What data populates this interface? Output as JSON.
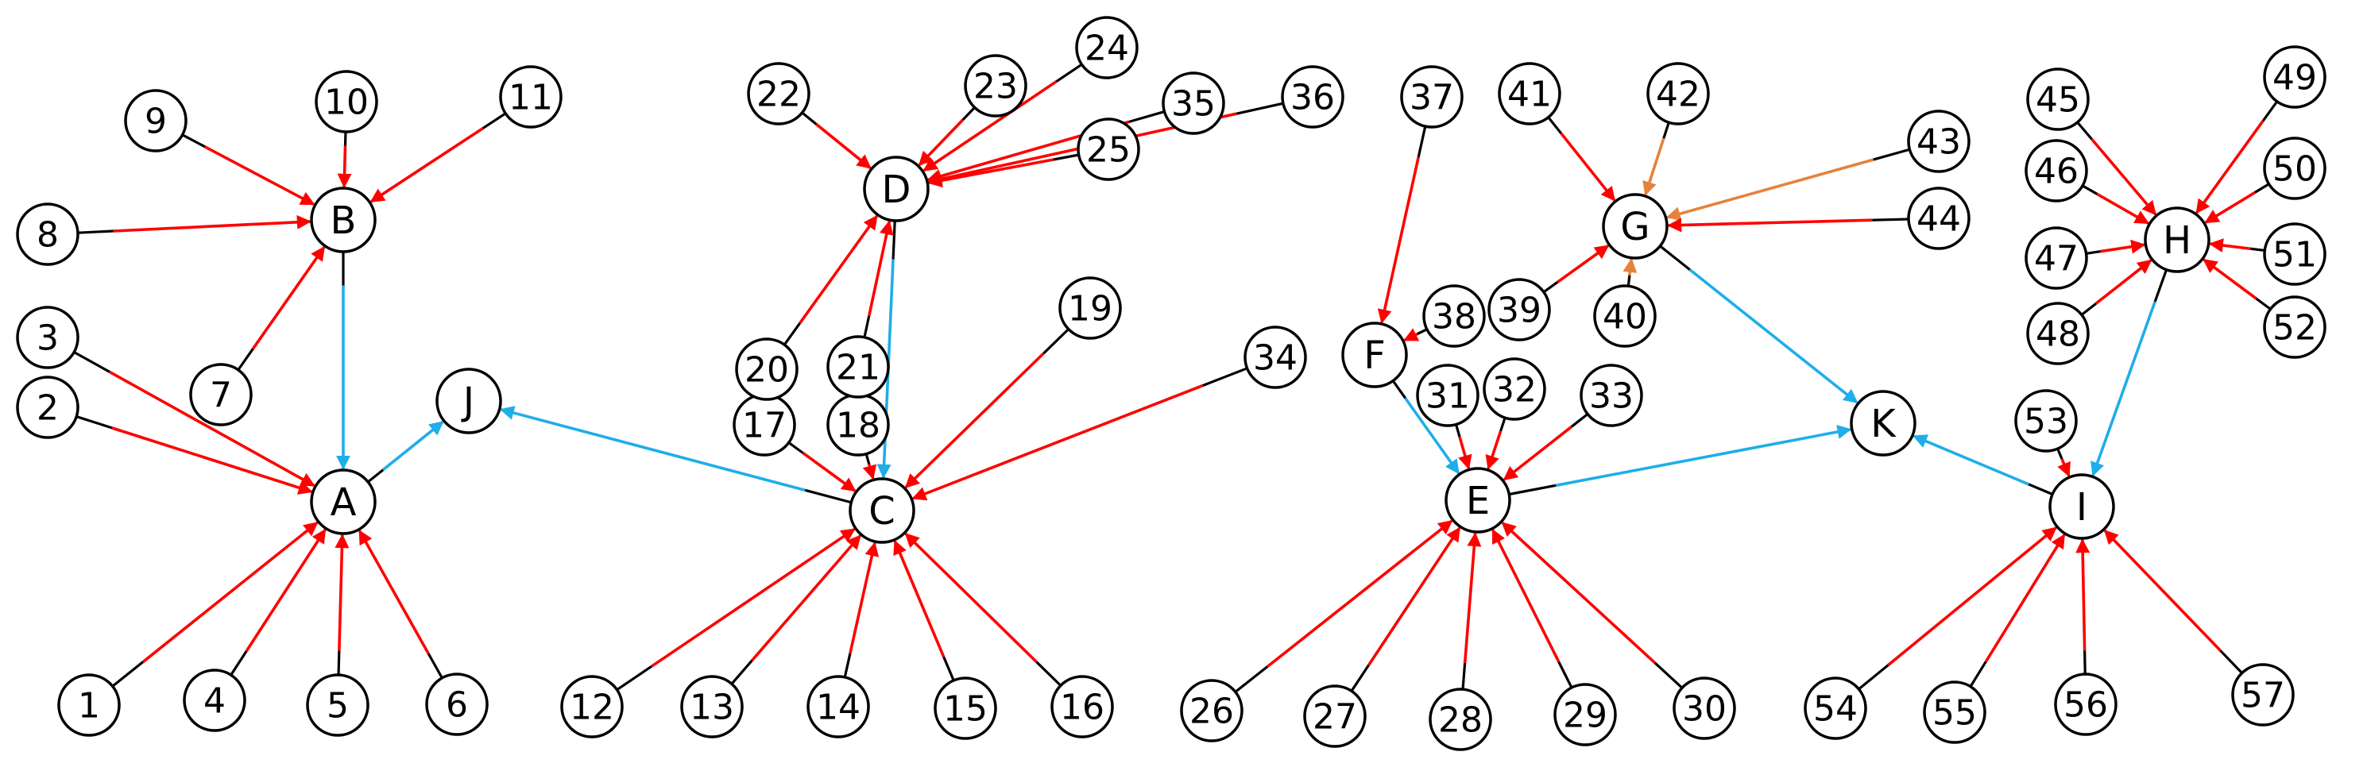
{
  "colors": {
    "red": "#ff0000",
    "blue": "#1eaee8",
    "orange": "#e6823c",
    "node_stroke": "#000000",
    "node_fill": "#ffffff"
  },
  "nodes": [
    "A",
    "B",
    "C",
    "D",
    "E",
    "F",
    "G",
    "H",
    "I",
    "J",
    "K",
    "1",
    "2",
    "3",
    "4",
    "5",
    "6",
    "7",
    "8",
    "9",
    "10",
    "11",
    "12",
    "13",
    "14",
    "15",
    "16",
    "17",
    "18",
    "19",
    "20",
    "21",
    "22",
    "23",
    "24",
    "25",
    "26",
    "27",
    "28",
    "29",
    "30",
    "31",
    "32",
    "33",
    "34",
    "35",
    "36",
    "37",
    "38",
    "39",
    "40",
    "41",
    "42",
    "43",
    "44",
    "45",
    "46",
    "47",
    "48",
    "49",
    "50",
    "51",
    "52",
    "53",
    "54",
    "55",
    "56",
    "57"
  ],
  "edges": [
    {
      "from": "1",
      "to": "A",
      "color": "red"
    },
    {
      "from": "2",
      "to": "A",
      "color": "red"
    },
    {
      "from": "3",
      "to": "A",
      "color": "red"
    },
    {
      "from": "4",
      "to": "A",
      "color": "red"
    },
    {
      "from": "5",
      "to": "A",
      "color": "red"
    },
    {
      "from": "6",
      "to": "A",
      "color": "red"
    },
    {
      "from": "7",
      "to": "B",
      "color": "red"
    },
    {
      "from": "8",
      "to": "B",
      "color": "red"
    },
    {
      "from": "9",
      "to": "B",
      "color": "red"
    },
    {
      "from": "10",
      "to": "B",
      "color": "red"
    },
    {
      "from": "11",
      "to": "B",
      "color": "red"
    },
    {
      "from": "B",
      "to": "A",
      "color": "blue"
    },
    {
      "from": "A",
      "to": "J",
      "color": "blue"
    },
    {
      "from": "C",
      "to": "J",
      "color": "blue"
    },
    {
      "from": "12",
      "to": "C",
      "color": "red"
    },
    {
      "from": "13",
      "to": "C",
      "color": "red"
    },
    {
      "from": "14",
      "to": "C",
      "color": "red"
    },
    {
      "from": "15",
      "to": "C",
      "color": "red"
    },
    {
      "from": "16",
      "to": "C",
      "color": "red"
    },
    {
      "from": "17",
      "to": "C",
      "color": "red"
    },
    {
      "from": "18",
      "to": "C",
      "color": "red"
    },
    {
      "from": "19",
      "to": "C",
      "color": "red"
    },
    {
      "from": "34",
      "to": "C",
      "color": "red"
    },
    {
      "from": "D",
      "to": "C",
      "color": "blue"
    },
    {
      "from": "20",
      "to": "D",
      "color": "red"
    },
    {
      "from": "21",
      "to": "D",
      "color": "red"
    },
    {
      "from": "22",
      "to": "D",
      "color": "red"
    },
    {
      "from": "23",
      "to": "D",
      "color": "red"
    },
    {
      "from": "24",
      "to": "D",
      "color": "red"
    },
    {
      "from": "25",
      "to": "D",
      "color": "red"
    },
    {
      "from": "35",
      "to": "D",
      "color": "red"
    },
    {
      "from": "36",
      "to": "D",
      "color": "red"
    },
    {
      "from": "26",
      "to": "E",
      "color": "red"
    },
    {
      "from": "27",
      "to": "E",
      "color": "red"
    },
    {
      "from": "28",
      "to": "E",
      "color": "red"
    },
    {
      "from": "29",
      "to": "E",
      "color": "red"
    },
    {
      "from": "30",
      "to": "E",
      "color": "red"
    },
    {
      "from": "31",
      "to": "E",
      "color": "red"
    },
    {
      "from": "32",
      "to": "E",
      "color": "red"
    },
    {
      "from": "33",
      "to": "E",
      "color": "red"
    },
    {
      "from": "F",
      "to": "E",
      "color": "blue"
    },
    {
      "from": "37",
      "to": "F",
      "color": "red"
    },
    {
      "from": "38",
      "to": "F",
      "color": "red"
    },
    {
      "from": "E",
      "to": "K",
      "color": "blue"
    },
    {
      "from": "G",
      "to": "K",
      "color": "blue"
    },
    {
      "from": "I",
      "to": "K",
      "color": "blue"
    },
    {
      "from": "39",
      "to": "G",
      "color": "red"
    },
    {
      "from": "40",
      "to": "G",
      "color": "orange"
    },
    {
      "from": "41",
      "to": "G",
      "color": "red"
    },
    {
      "from": "42",
      "to": "G",
      "color": "orange"
    },
    {
      "from": "43",
      "to": "G",
      "color": "orange"
    },
    {
      "from": "44",
      "to": "G",
      "color": "red"
    },
    {
      "from": "45",
      "to": "H",
      "color": "red"
    },
    {
      "from": "46",
      "to": "H",
      "color": "red"
    },
    {
      "from": "47",
      "to": "H",
      "color": "red"
    },
    {
      "from": "48",
      "to": "H",
      "color": "red"
    },
    {
      "from": "49",
      "to": "H",
      "color": "red"
    },
    {
      "from": "50",
      "to": "H",
      "color": "red"
    },
    {
      "from": "51",
      "to": "H",
      "color": "red"
    },
    {
      "from": "52",
      "to": "H",
      "color": "red"
    },
    {
      "from": "H",
      "to": "I",
      "color": "blue"
    },
    {
      "from": "53",
      "to": "I",
      "color": "red"
    },
    {
      "from": "54",
      "to": "I",
      "color": "red"
    },
    {
      "from": "55",
      "to": "I",
      "color": "red"
    },
    {
      "from": "56",
      "to": "I",
      "color": "red"
    },
    {
      "from": "57",
      "to": "I",
      "color": "red"
    }
  ]
}
